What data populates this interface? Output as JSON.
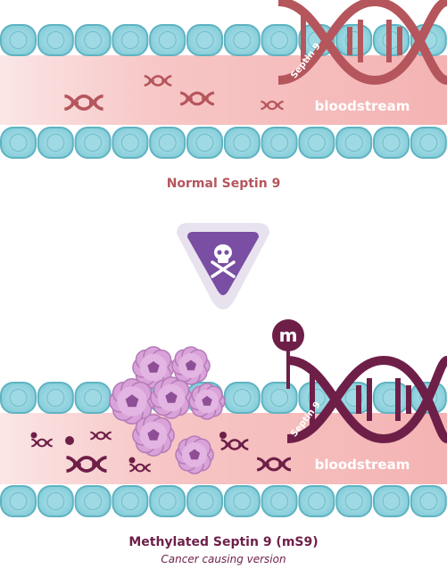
{
  "colors": {
    "vessel_cell": "#8fd2dd",
    "vessel_cell_stroke": "#5fb3c2",
    "bloodstream": "#f7c3c3",
    "normal_dna": "#b5565c",
    "methylated_dna": "#6e1f48",
    "cancer_cell": "#d9a3d9",
    "toxic_badge": "#7a4ea3"
  },
  "top_panel": {
    "dna_label": "Septin 9",
    "bloodstream_label": "bloodstream",
    "caption": "Normal Septin 9"
  },
  "transition": {
    "icon": "skull-crossbones-icon"
  },
  "bottom_panel": {
    "methyl_marker": "m",
    "dna_label": "Septin 9",
    "bloodstream_label": "bloodstream",
    "caption": "Methylated Septin 9 (mS9)",
    "subcaption": "Cancer causing version"
  }
}
